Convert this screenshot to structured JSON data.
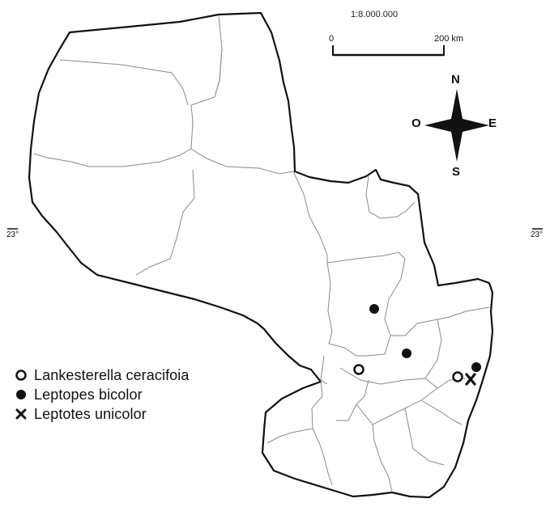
{
  "scale": {
    "ratio": "1:8.000.000",
    "start_label": "0",
    "end_label": "200 km"
  },
  "compass": {
    "north": "N",
    "south": "S",
    "west": "O",
    "east": "E"
  },
  "latitude": {
    "left": "23°",
    "right": "23°"
  },
  "legend": {
    "items": [
      {
        "label": "Lankesterella ceracifoia",
        "symbol": "open-circle"
      },
      {
        "label": "Leptopes bicolor",
        "symbol": "filled-circle"
      },
      {
        "label": "Leptotes unicolor",
        "symbol": "cross"
      }
    ]
  },
  "colors": {
    "outline": "#111111",
    "internal_border": "#8a8a8a",
    "marker": "#111111",
    "background": "#ffffff"
  }
}
